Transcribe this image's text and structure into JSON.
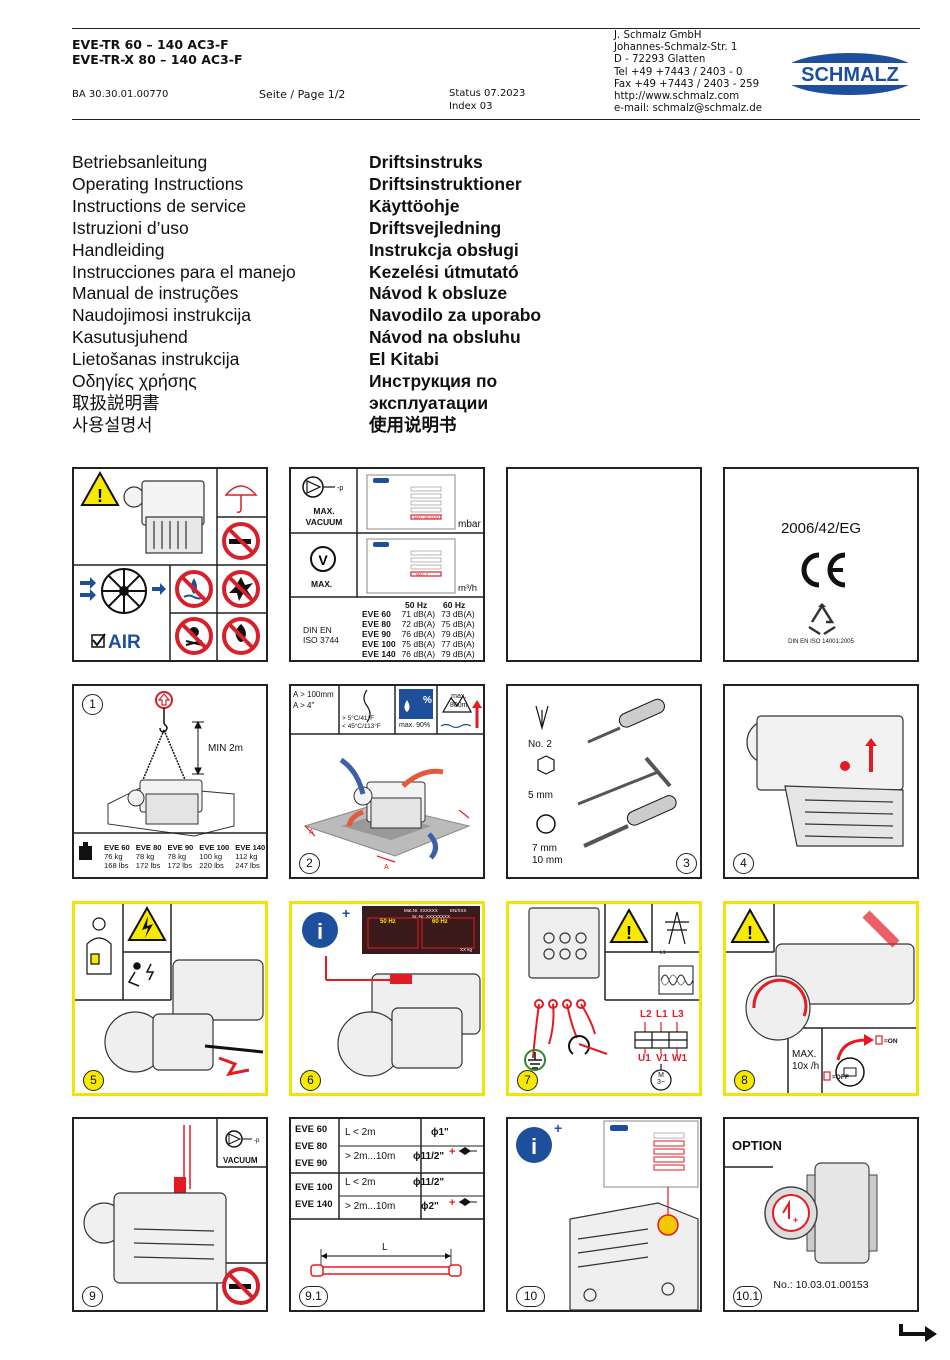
{
  "header": {
    "model_line1": "EVE-TR 60 – 140 AC3-F",
    "model_line2": "EVE-TR-X 80 – 140 AC3-F",
    "doc_number": "BA 30.30.01.00770",
    "page": "Seite / Page 1/2",
    "status": "Status 07.2023",
    "index": "Index 03",
    "address": [
      "J. Schmalz GmbH",
      "Johannes-Schmalz-Str. 1",
      "D - 72293 Glatten",
      "Tel +49 +7443 / 2403 - 0",
      "Fax +49 +7443 / 2403 - 259",
      "http://www.schmalz.com",
      "e-mail: schmalz@schmalz.de"
    ],
    "logo_text": "SCHMALZ"
  },
  "languages_left": [
    "Betriebsanleitung",
    "Operating Instructions",
    "Instructions de service",
    "Istruzioni d’uso",
    "Handleiding",
    "Instrucciones para el manejo",
    "Manual de instruções",
    "Naudojimosi instrukcija",
    "Kasutusjuhend",
    "Lietošanas instrukcija",
    "Οδηγίες χρήσης",
    "取扱説明書",
    "사용설명서"
  ],
  "languages_right": [
    "Driftsinstruks",
    "Driftsinstruktioner",
    "Käyttöohje",
    "Driftsvejledning",
    "Instrukcja obsługi",
    "Kezelési útmutató",
    "Návod k obsluze",
    "Navodilo za uporabo",
    "Návod na obsluhu",
    "El Kitabi",
    "Инструкция по",
    "эксплуатации",
    "使用说明书"
  ],
  "panels": {
    "p_safety": {
      "air_label": "AIR"
    },
    "p_plate": {
      "max_vacuum": "MAX.\nVACUUM",
      "vacuum_unit": "mbar",
      "max_label": "MAX.",
      "flow_unit": "m³/h",
      "din": "DIN EN\nISO 3744",
      "hz50": "50 Hz",
      "hz60": "60 Hz",
      "noise_rows": [
        [
          "EVE 60",
          "71 dB(A)",
          "73 dB(A)"
        ],
        [
          "EVE 80",
          "72 dB(A)",
          "75 dB(A)"
        ],
        [
          "EVE 90",
          "76 dB(A)",
          "79 dB(A)"
        ],
        [
          "EVE 100",
          "75 dB(A)",
          "77 dB(A)"
        ],
        [
          "EVE 140",
          "76 dB(A)",
          "79 dB(A)"
        ]
      ],
      "max_vacuum_tag": "MAX. VACUUM",
      "max_v_tag": "MAX. V"
    },
    "p_ce": {
      "directive": "2006/42/EG",
      "din": "DIN EN ISO 14001:2005"
    },
    "p1": {
      "number": "1",
      "min_label": "MIN 2m",
      "weights": [
        [
          "EVE 60",
          "76 kg",
          "168 lbs"
        ],
        [
          "EVE 80",
          "78 kg",
          "172 lbs"
        ],
        [
          "EVE 90",
          "78 kg",
          "172 lbs"
        ],
        [
          "EVE 100",
          "100 kg",
          "220 lbs"
        ],
        [
          "EVE 140",
          "112 kg",
          "247 lbs"
        ]
      ]
    },
    "p2": {
      "number": "2",
      "a1": "A > 100mm",
      "a2": "A > 4\"",
      "t1": "> 5°C/41°F",
      "t2": "< 45°C/113°F",
      "hum": "max. 90%",
      "alt1": "max.",
      "alt2": "800m",
      "a_mark": "A"
    },
    "p3": {
      "number": "3",
      "tool1": "No. 2",
      "tool2": "5 mm",
      "tool3a": "7 mm",
      "tool3b": "10 mm"
    },
    "p4": {
      "number": "4"
    },
    "p5": {
      "number": "5"
    },
    "p6": {
      "number": "6",
      "plate_line1": "Mat.Nr. XXXXXX",
      "plate_line2": "EN/XXX",
      "plate_line3": "Sr.-Nr. XXXXXXXX",
      "plate_hz50": "50 Hz",
      "plate_hz60": "60 Hz",
      "plate_kg": "XX kg"
    },
    "p7": {
      "number": "7",
      "l_labels": [
        "L2",
        "L1",
        "L3"
      ],
      "w_labels": [
        "U1",
        "V1",
        "W1"
      ],
      "motor": "M\n3~"
    },
    "p8": {
      "number": "8",
      "max": "MAX.\n10x /h",
      "on": "=ON",
      "off": "=OFF"
    },
    "p9": {
      "number": "9",
      "vacuum": "VACUUM"
    },
    "p91": {
      "number": "9.1",
      "models_a": [
        "EVE 60",
        "EVE 80",
        "EVE 90"
      ],
      "models_b": [
        "EVE 100",
        "EVE 140"
      ],
      "rows_a": [
        [
          "L < 2m",
          "ϕ1\""
        ],
        [
          "> 2m...10m",
          "ϕ11/2\""
        ]
      ],
      "rows_b": [
        [
          "L < 2m",
          "ϕ11/2\""
        ],
        [
          "> 2m...10m",
          "ϕ2\""
        ]
      ],
      "len_label": "L"
    },
    "p10": {
      "number": "10"
    },
    "p101": {
      "number": "10.1",
      "option": "OPTION",
      "part_no": "No.: 10.03.01.00153"
    }
  },
  "colors": {
    "schmalz_blue": "#1d4f9c",
    "warning_yellow": "#f7ea00",
    "prohibit_red": "#d8202a",
    "accent_red": "#e31b23"
  }
}
